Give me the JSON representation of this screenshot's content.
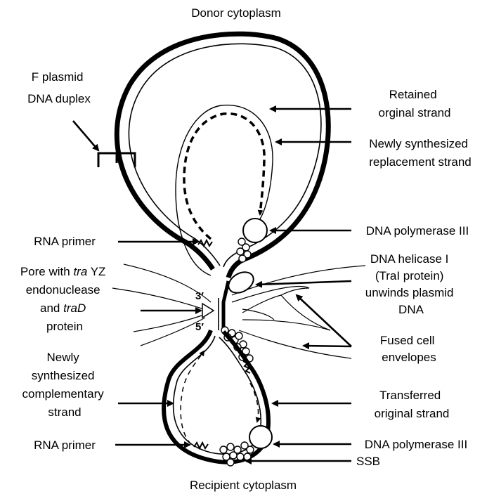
{
  "labels": {
    "donor_cytoplasm": "Donor cytoplasm",
    "recipient_cytoplasm": "Recipient cytoplasm",
    "f_plasmid": [
      "F plasmid",
      "DNA duplex"
    ],
    "retained_strand": [
      "Retained",
      "orginal strand"
    ],
    "replacement_strand": [
      "Newly synthesized",
      "replacement strand"
    ],
    "dna_pol_top": "DNA polymerase III",
    "rna_primer_top": "RNA primer",
    "helicase": [
      "DNA helicase I",
      "(TraI protein)",
      "unwinds plasmid",
      "DNA"
    ],
    "pore": {
      "line1_pre": "Pore with ",
      "line1_italic": "tra",
      "line1_post": " YZ",
      "line2": "endonuclease",
      "line3_pre": "and ",
      "line3_italic": "traD",
      "line4": "protein"
    },
    "fused_envelopes": [
      "Fused cell",
      "envelopes"
    ],
    "complementary_strand": [
      "Newly",
      "synthesized",
      "complementary",
      "strand"
    ],
    "transferred_strand": [
      "Transferred",
      "original strand"
    ],
    "rna_primer_bottom": "RNA primer",
    "dna_pol_bottom": "DNA polymerase III",
    "ssb": "SSB",
    "end_3": "3′",
    "end_5": "5′"
  }
}
